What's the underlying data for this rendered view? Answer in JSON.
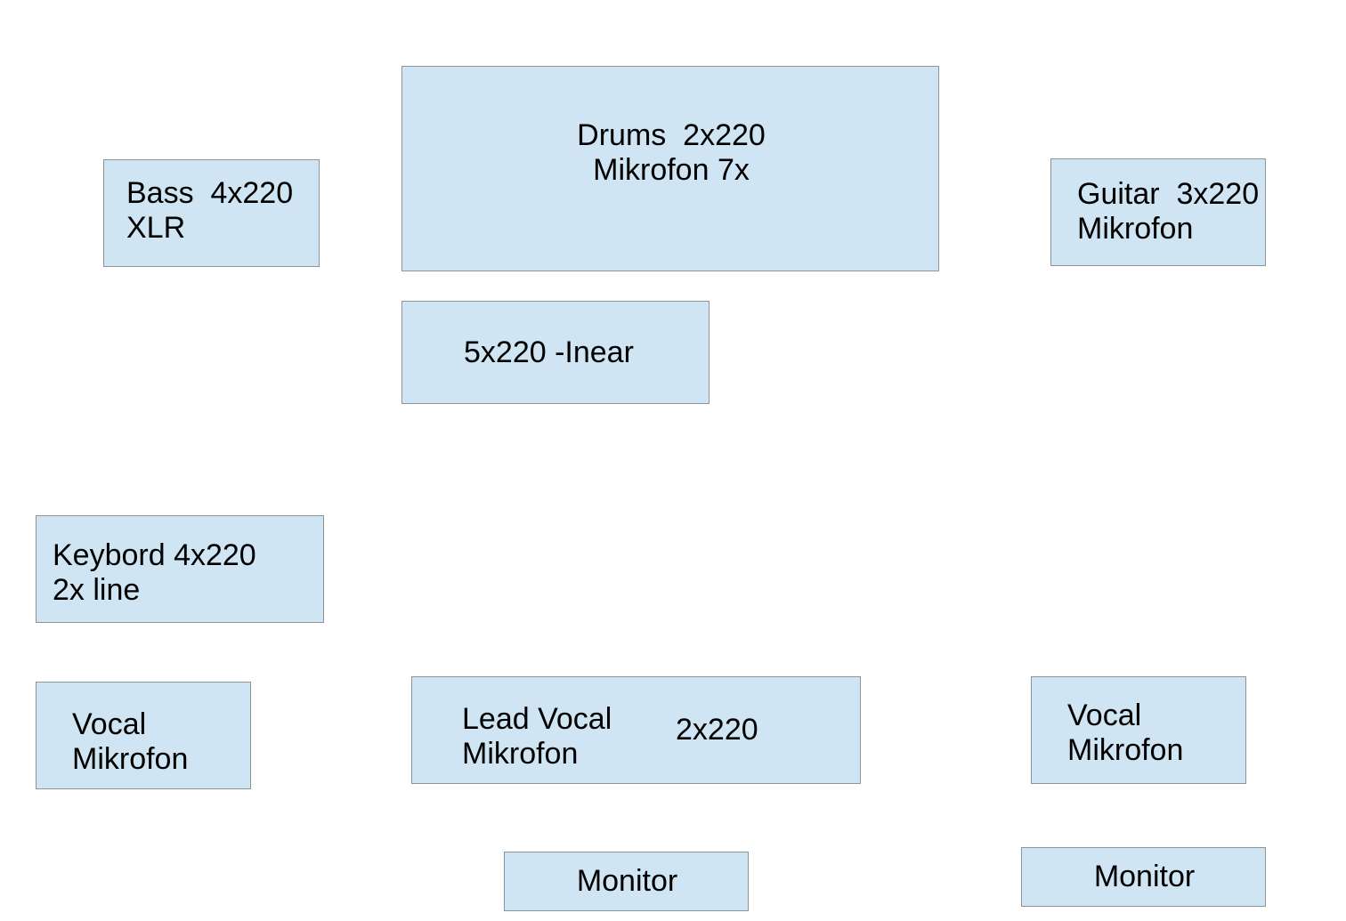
{
  "colors": {
    "box_fill": "#cfe5f3",
    "box_border": "#8c949a",
    "background": "#ffffff",
    "text": "#000000"
  },
  "boxes": {
    "drums": {
      "line1": "Drums  2x220",
      "line2": "Mikrofon 7x"
    },
    "bass": {
      "line1": "Bass  4x220",
      "line2": "XLR"
    },
    "guitar": {
      "line1": "Guitar  3x220",
      "line2": "Mikrofon"
    },
    "inear": {
      "line1": "5x220 -Inear"
    },
    "keyboard": {
      "line1": "Keybord 4x220",
      "line2": "2x line"
    },
    "vocal_left": {
      "line1": "Vocal",
      "line2": "Mikrofon"
    },
    "lead_vocal": {
      "line1": "Lead Vocal",
      "line2": "Mikrofon",
      "power": "2x220"
    },
    "vocal_right": {
      "line1": "Vocal",
      "line2": "Mikrofon"
    },
    "monitor_center": {
      "line1": "Monitor"
    },
    "monitor_right": {
      "line1": "Monitor"
    }
  }
}
